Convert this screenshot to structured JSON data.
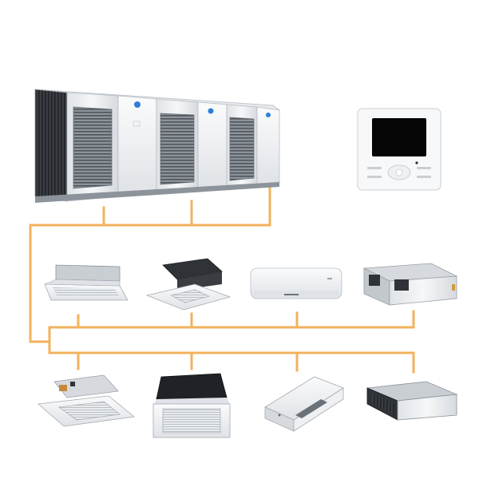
{
  "colors": {
    "pipe": "#f2b25c",
    "unit_body": "#eef0f2",
    "unit_edge": "#b8bec5",
    "grille": "#6b7178",
    "screen": "#050505"
  },
  "outdoor_unit": {
    "brand_marks": [
      "brand-logo",
      "brand-logo",
      "brand-logo"
    ]
  },
  "controller": {
    "icon": "thermostat-controller-icon",
    "button_count": 7
  },
  "indoor_units": {
    "row1": [
      {
        "icon": "ceiling-cassette-one-way-icon"
      },
      {
        "icon": "ceiling-cassette-four-way-icon"
      },
      {
        "icon": "wall-mounted-split-icon"
      },
      {
        "icon": "high-static-ducted-icon"
      }
    ],
    "row2": [
      {
        "icon": "compact-cassette-icon"
      },
      {
        "icon": "round-flow-cassette-icon"
      },
      {
        "icon": "floor-ceiling-icon"
      },
      {
        "icon": "slim-ducted-icon"
      }
    ]
  }
}
